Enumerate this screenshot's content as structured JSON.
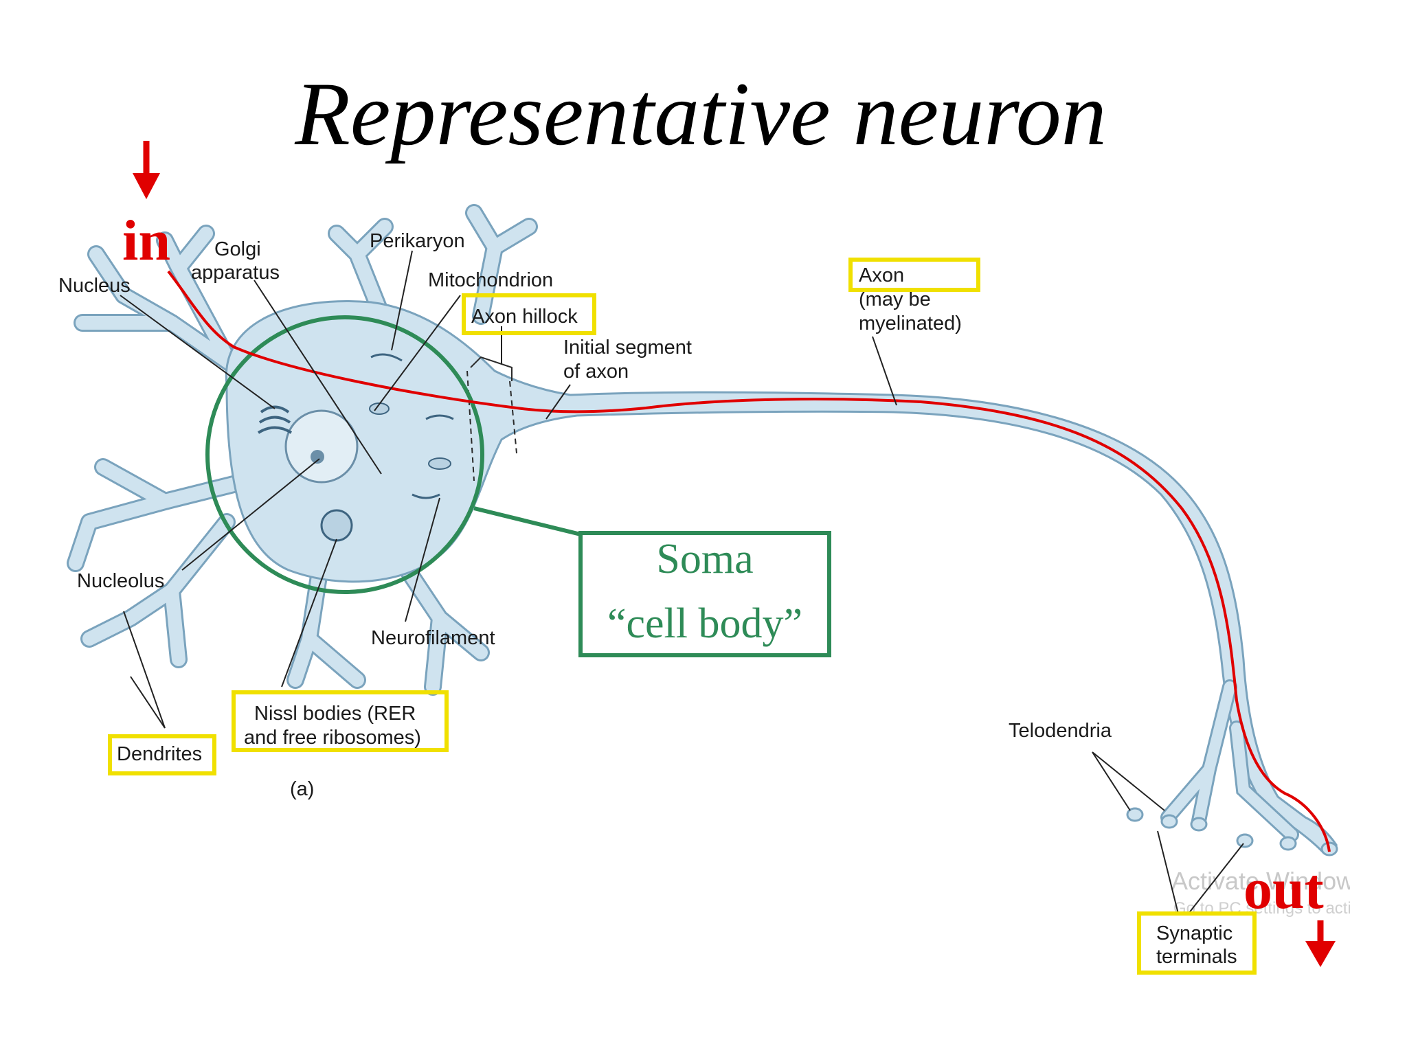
{
  "title": "Representative neuron",
  "signal": {
    "in_label": "in",
    "out_label": "out",
    "path_color": "#e00000"
  },
  "labels": {
    "nucleus": "Nucleus",
    "golgi_line1": "Golgi",
    "golgi_line2": "apparatus",
    "perikaryon": "Perikaryon",
    "mitochondrion": "Mitochondrion",
    "axon_hillock": "Axon hillock",
    "initial_segment_line1": "Initial segment",
    "initial_segment_line2": "of axon",
    "axon_line1": "Axon",
    "axon_line2": "(may be",
    "axon_line3": "myelinated)",
    "nucleolus": "Nucleolus",
    "neurofilament": "Neurofilament",
    "nissl_line1": "Nissl bodies (RER",
    "nissl_line2": "and free ribosomes)",
    "dendrites": "Dendrites",
    "panel_tag": "(a)",
    "telodendria": "Telodendria",
    "synaptic_line1": "Synaptic",
    "synaptic_line2": "terminals"
  },
  "soma_box": {
    "line1": "Soma",
    "line2": "“cell body”",
    "color": "#2e8b57"
  },
  "highlight_color": "#f0e000",
  "watermark": {
    "line1": "Activate Windows",
    "line2": "Go to PC settings to activate Windows."
  }
}
